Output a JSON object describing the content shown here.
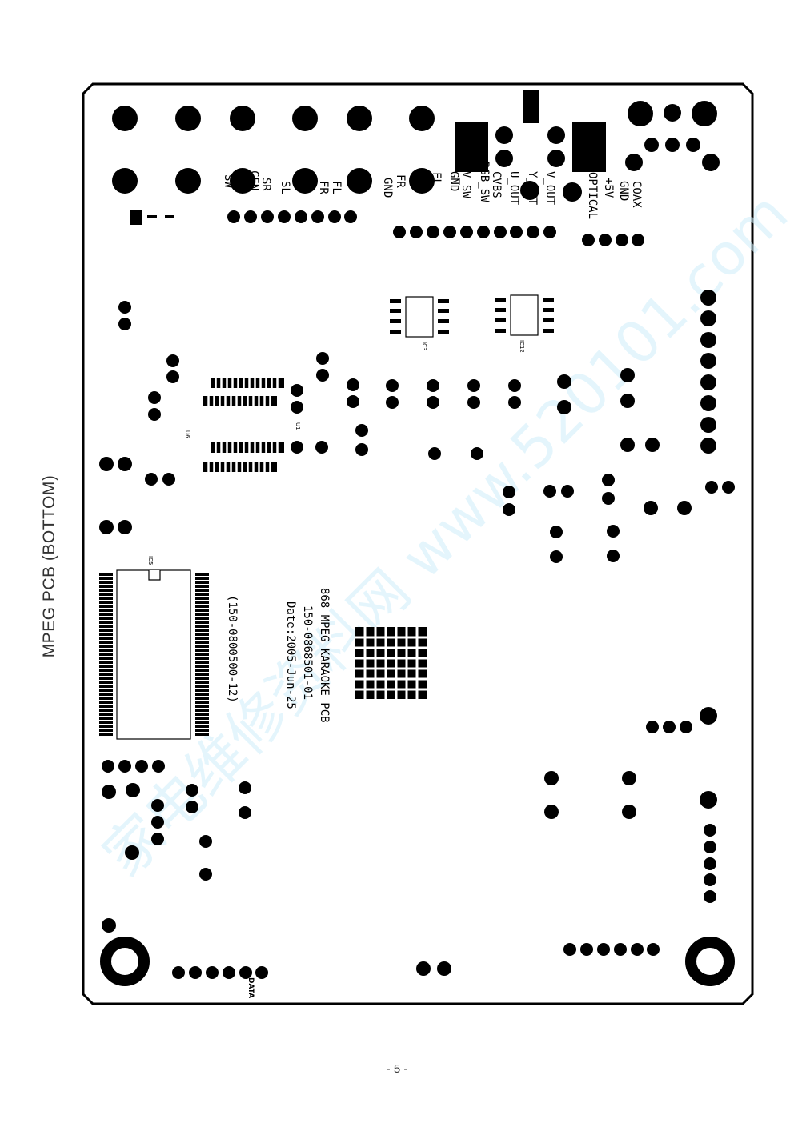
{
  "title": "MPEG PCB (BOTTOM)",
  "page_number": "- 5 -",
  "watermark": "家电维修资料网 www.520101.com",
  "board_text": {
    "line1": "868 MPEG KARAOKE PCB",
    "line2": "150-0868501-01",
    "line3": "Date:2005-Jun-25",
    "part_number": "(150-0800500-12)"
  },
  "connector_labels": {
    "group1": [
      "SW",
      "CEN",
      "SR",
      "SL",
      "FR",
      "FL"
    ],
    "group2": [
      "GND",
      "FR",
      "FL",
      "GND",
      "V_SW",
      "RGB_SW",
      "CVBS",
      "U_OUT",
      "Y_OUT",
      "V_OUT"
    ],
    "group3": [
      "OPTICAL",
      "+5V",
      "GND",
      "COAX"
    ],
    "data_label": "DATA"
  },
  "ic_labels": {
    "ic3": "IC3",
    "ic12": "IC12",
    "u6": "U6",
    "u1": "U1",
    "ic5": "IC5"
  },
  "colors": {
    "copper": "#000000",
    "board": "#ffffff",
    "watermark": "#bfeaf8"
  }
}
